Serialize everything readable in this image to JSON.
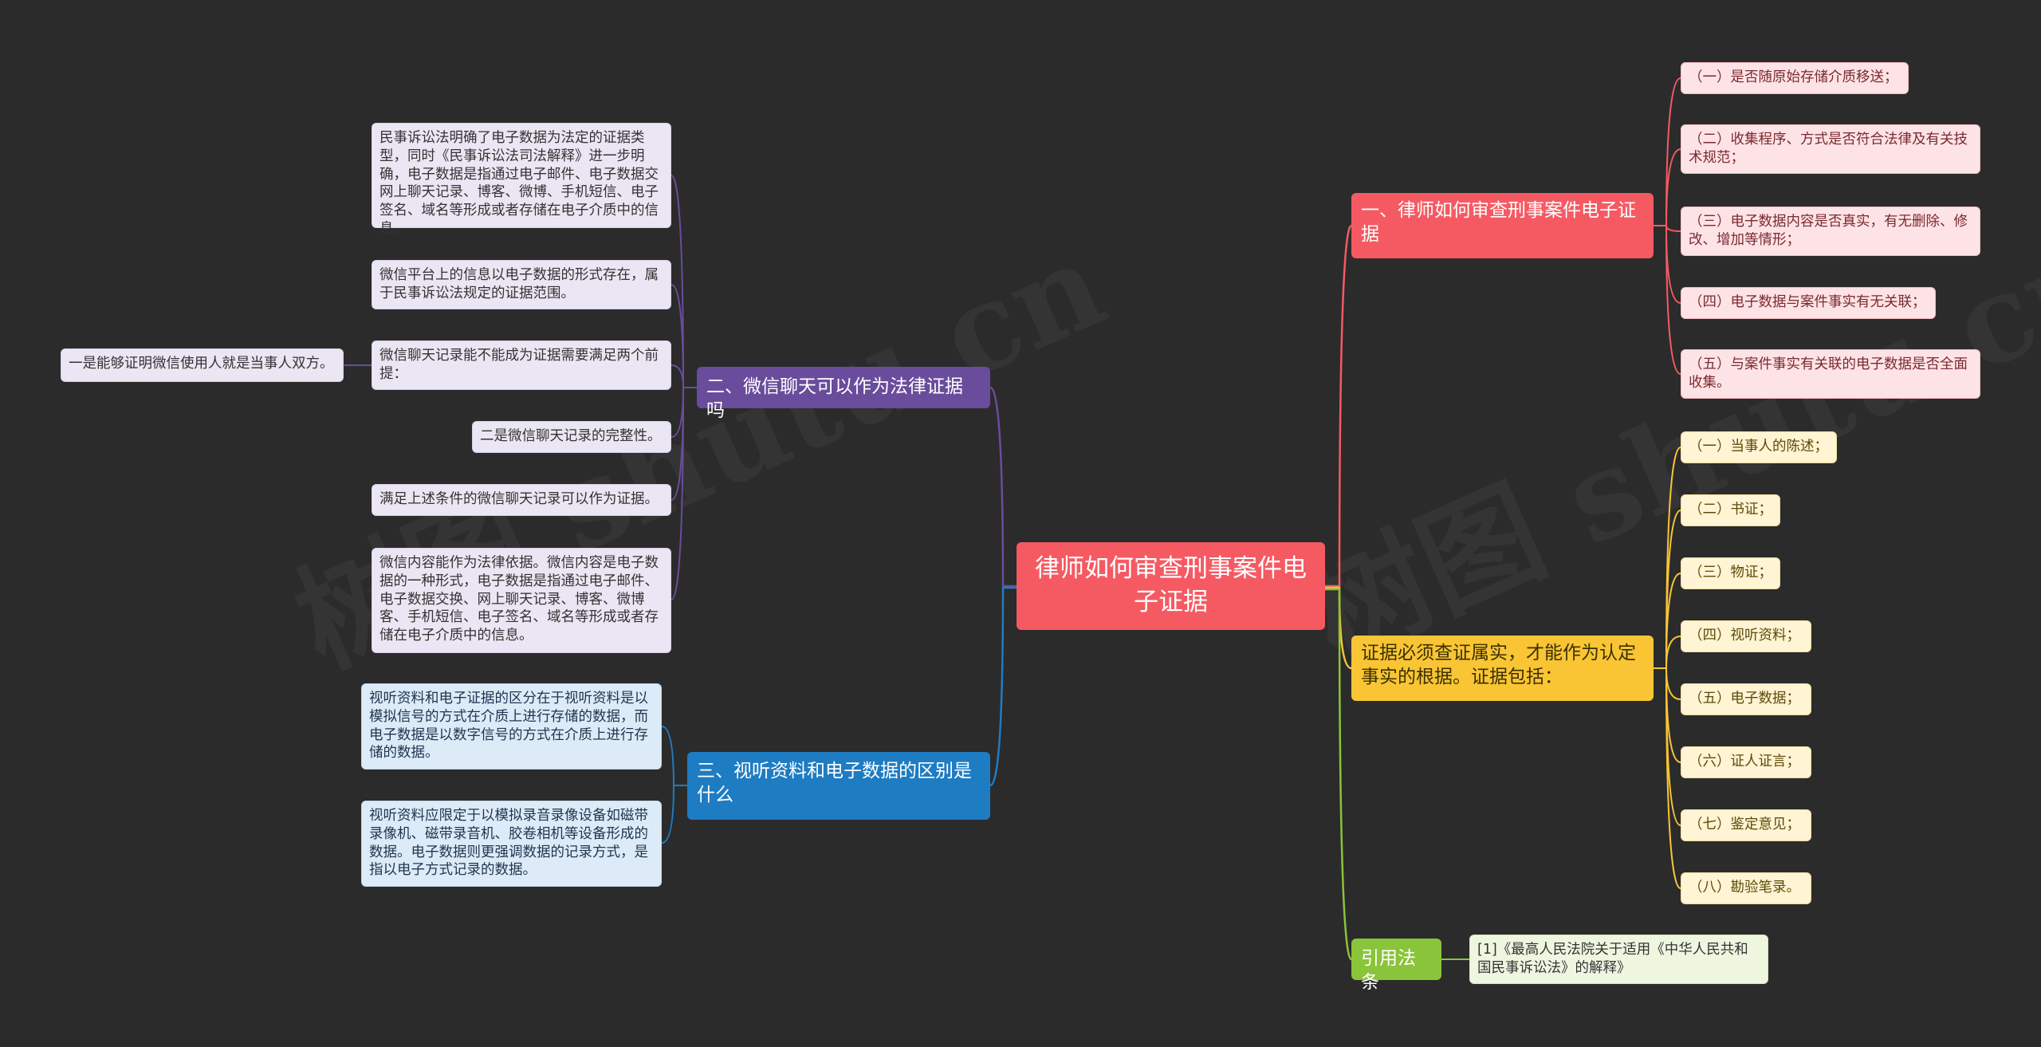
{
  "root": {
    "title": "律师如何审查刑事案件电子证据"
  },
  "watermark": {
    "text": "树图 shutu.cn"
  },
  "colors": {
    "background": "#2b2b2b",
    "red": "#f55a63",
    "yellow": "#f9c534",
    "green": "#8ac43a",
    "purple": "#6a4c9c",
    "blue": "#1e7cc3"
  },
  "branches": {
    "review": {
      "title": "一、律师如何审查刑事案件电子证据",
      "items": [
        "（一）是否随原始存储介质移送；",
        "（二）收集程序、方式是否符合法律及有关技术规范；",
        "（三）电子数据内容是否真实，有无删除、修改、增加等情形；",
        "（四）电子数据与案件事实有无关联；",
        "（五）与案件事实有关联的电子数据是否全面收集。"
      ]
    },
    "evidence": {
      "title": "证据必须查证属实，才能作为认定事实的根据。证据包括：",
      "items": [
        "（一）当事人的陈述；",
        "（二）书证；",
        "（三）物证；",
        "（四）视听资料；",
        "（五）电子数据；",
        "（六）证人证言；",
        "（七）鉴定意见；",
        "（八）勘验笔录。"
      ]
    },
    "law": {
      "title": "引用法条",
      "items": [
        "[1]《最高人民法院关于适用《中华人民共和国民事诉讼法》的解释》"
      ]
    },
    "wechat": {
      "title": "二、微信聊天可以作为法律证据吗",
      "items": [
        "民事诉讼法明确了电子数据为法定的证据类型，同时《民事诉讼法司法解释》进一步明确，电子数据是指通过电子邮件、电子数据交网上聊天记录、博客、微博、手机短信、电子签名、域名等形成或者存储在电子介质中的信息。",
        "微信平台上的信息以电子数据的形式存在，属于民事诉讼法规定的证据范围。",
        "微信聊天记录能不能成为证据需要满足两个前提：",
        "二是微信聊天记录的完整性。",
        "满足上述条件的微信聊天记录可以作为证据。",
        "微信内容能作为法律依据。微信内容是电子数据的一种形式，电子数据是指通过电子邮件、电子数据交换、网上聊天记录、博客、微博客、手机短信、电子签名、域名等形成或者存储在电子介质中的信息。"
      ],
      "sub_item": "一是能够证明微信使用人就是当事人双方。"
    },
    "av": {
      "title": "三、视听资料和电子数据的区别是什么",
      "items": [
        "视听资料和电子证据的区分在于视听资料是以模拟信号的方式在介质上进行存储的数据，而电子数据是以数字信号的方式在介质上进行存储的数据。",
        "视听资料应限定于以模拟录音录像设备如磁带录像机、磁带录音机、胶卷相机等设备形成的数据。电子数据则更强调数据的记录方式，是指以电子方式记录的数据。"
      ]
    }
  }
}
